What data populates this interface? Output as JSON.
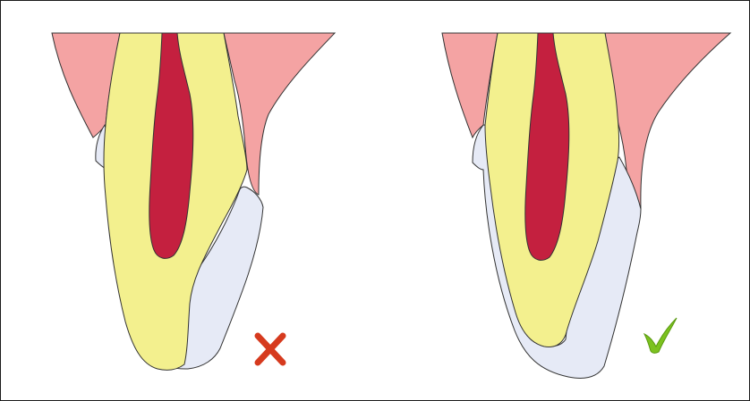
{
  "figure": {
    "panels": [
      {
        "id": "left",
        "verdict": "incorrect",
        "marker_icon": "cross-mark-icon",
        "marker_color": "#d63a1e"
      },
      {
        "id": "right",
        "verdict": "correct",
        "marker_icon": "check-mark-icon",
        "marker_color": "#7cc21f"
      }
    ],
    "colors": {
      "gingiva": "#f4a3a3",
      "dentin": "#f3f08e",
      "pulp": "#c4203f",
      "restoration": "#e6eaf6",
      "outline": "#222222"
    }
  }
}
